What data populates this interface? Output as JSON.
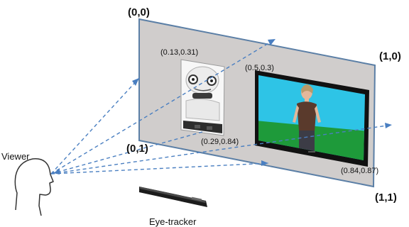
{
  "diagram": {
    "corners": {
      "top_left": "(0,0)",
      "top_right": "(1,0)",
      "bottom_left": "(0,1)",
      "bottom_right": "(1,1)"
    },
    "points": {
      "robot_top_left": "(0.13,0.31)",
      "robot_bottom_right": "(0.29,0.84)",
      "tv_top_left": "(0.5,0.3)",
      "tv_bottom_right": "(0.84,0.87)"
    },
    "labels": {
      "viewer": "Viewer",
      "eye_tracker": "Eye-tracker"
    },
    "colors": {
      "plane_fill": "#d0cdcc",
      "plane_edge": "#5b7fa6",
      "gaze_lines": "#4a7fc1",
      "tv_frame": "#111111",
      "tv_sky": "#2ec4e6",
      "tv_grass": "#1e9a3a"
    }
  }
}
